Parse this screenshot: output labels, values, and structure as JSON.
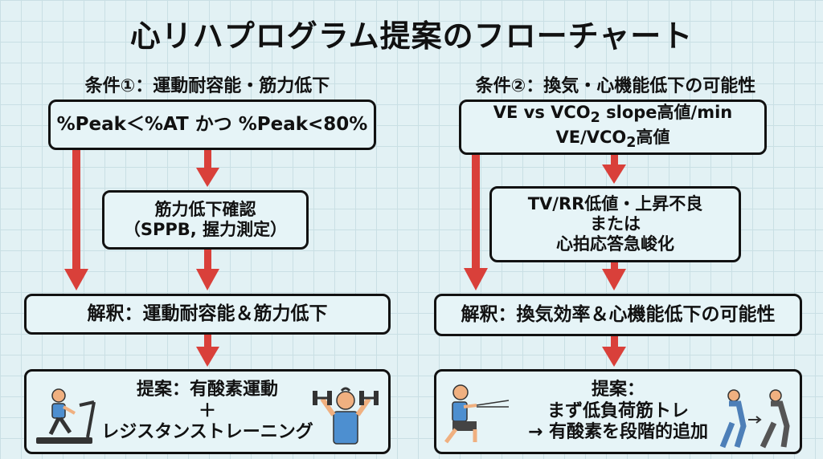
{
  "title": "心リハプログラム提案のフローチャート",
  "left": {
    "header": "条件①：運動耐容能・筋力低下",
    "condition": "%Peak＜%AT かつ %Peak<80%",
    "check": [
      "筋力低下確認",
      "（SPPB, 握力測定）"
    ],
    "interpretation": "解釈：運動耐容能＆筋力低下",
    "proposal": [
      "提案：有酸素運動",
      "＋",
      "レジスタンストレーニング"
    ]
  },
  "right": {
    "header": "条件②：換気・心機能低下の可能性",
    "condition": {
      "line1_a": "VE vs VCO",
      "line1_sub": "2",
      "line1_b": " slope高値/min",
      "line2_a": "VE/VCO",
      "line2_sub": "2",
      "line2_b": "高値"
    },
    "check": [
      "TV/RR低値・上昇不良",
      "または",
      "心拍応答急峻化"
    ],
    "interpretation": "解釈：換気効率＆心機能低下の可能性",
    "proposal": [
      "提案：",
      "まず低負荷筋トレ",
      "→ 有酸素を段階的追加"
    ]
  },
  "colors": {
    "arrow": "#d9403a",
    "border": "#111111",
    "box": "#e6f4f7"
  }
}
